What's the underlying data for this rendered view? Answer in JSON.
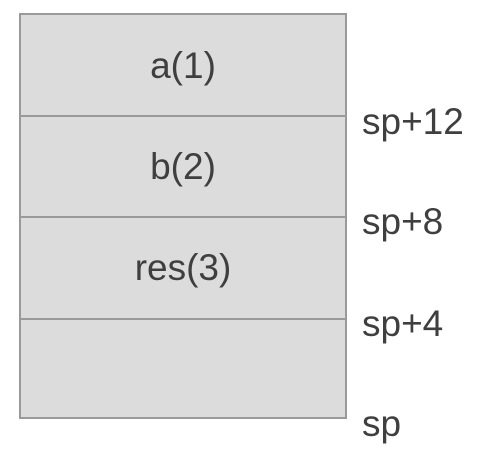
{
  "stack": {
    "slots": [
      {
        "label": "a(1)"
      },
      {
        "label": "b(2)"
      },
      {
        "label": "res(3)"
      },
      {
        "label": ""
      }
    ],
    "addresses": [
      "sp+12",
      "sp+8",
      "sp+4",
      "sp"
    ]
  },
  "colors": {
    "cell_fill": "#dcdcdc",
    "border": "#9a9a9a",
    "text": "#3f3f3f"
  }
}
